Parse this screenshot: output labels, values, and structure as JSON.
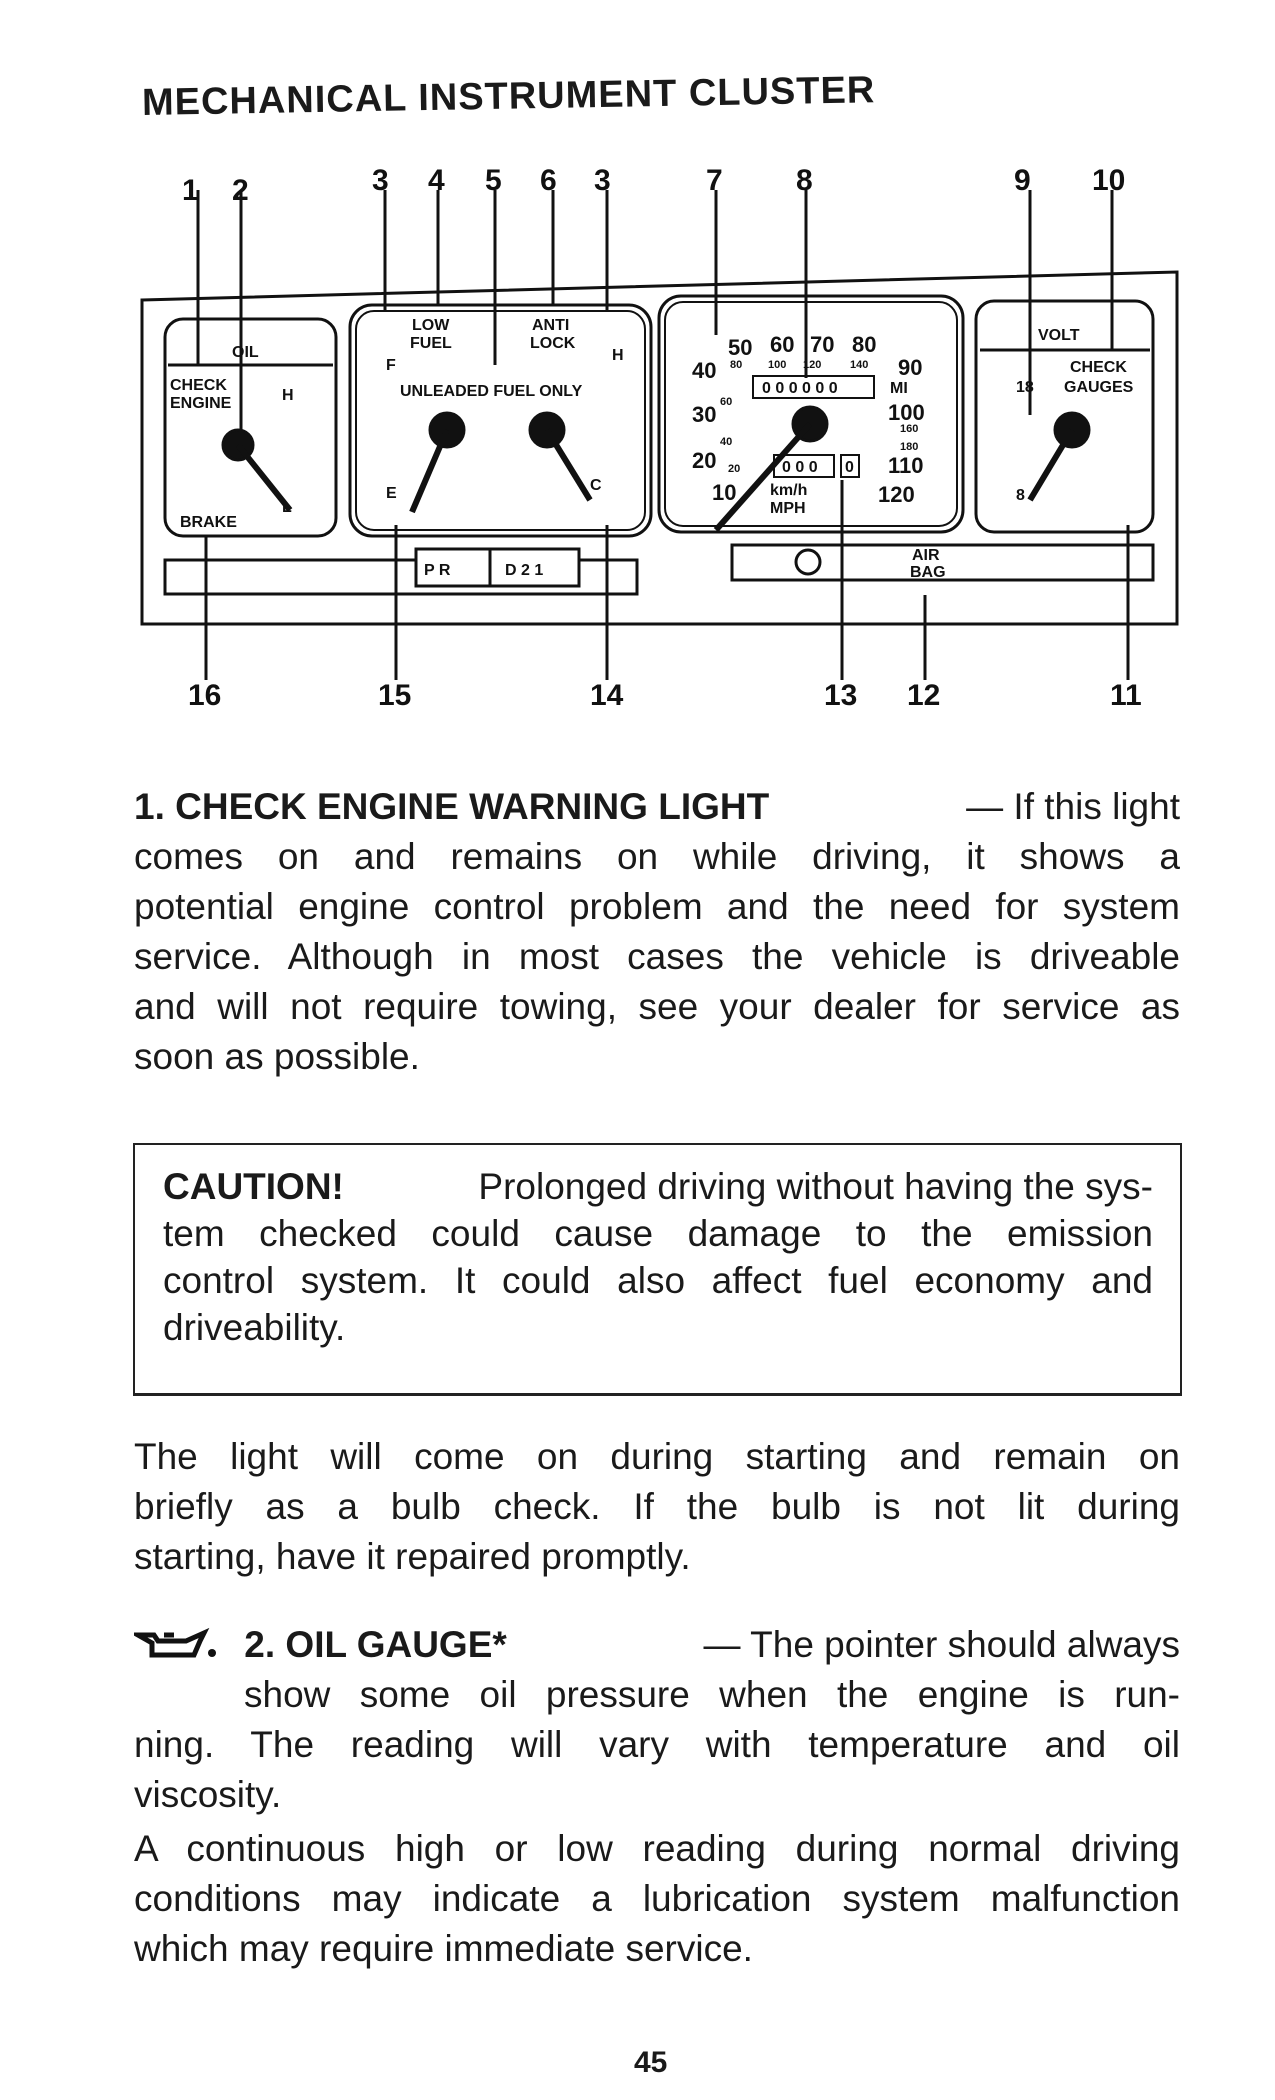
{
  "title": "MECHANICAL INSTRUMENT CLUSTER",
  "callouts_top": [
    "1",
    "2",
    "3",
    "4",
    "5",
    "6",
    "3",
    "7",
    "8",
    "9",
    "10"
  ],
  "callouts_bottom": [
    "16",
    "15",
    "14",
    "13",
    "12",
    "11"
  ],
  "cluster_labels": {
    "oil": "OIL",
    "check": "CHECK",
    "engine": "ENGINE",
    "h": "H",
    "l": "L",
    "brake": "BRAKE",
    "low": "LOW",
    "fuel": "FUEL",
    "anti": "ANTI",
    "lock": "LOCK",
    "f": "F",
    "e": "E",
    "c": "C",
    "temp_h": "H",
    "unleaded": "UNLEADED FUEL ONLY",
    "mph_major": [
      "10",
      "20",
      "30",
      "40",
      "50",
      "60",
      "70",
      "80",
      "90",
      "100",
      "110",
      "120"
    ],
    "kmh_minor": [
      "20",
      "40",
      "60",
      "80",
      "100",
      "120",
      "140",
      "160",
      "180"
    ],
    "odometer": "0 0 0 0 0 0",
    "mi": "MI",
    "trip": "0 0 0",
    "trip_tenth": "0",
    "kmh": "km/h",
    "mph": "MPH",
    "volt": "VOLT",
    "gauges": "GAUGES",
    "v18": "18",
    "v8": "8",
    "prnd": "P R",
    "d21": "D 2 1",
    "air": "AIR",
    "bag": "BAG"
  },
  "para1": {
    "heading": "1. CHECK ENGINE WARNING LIGHT",
    "lines": [
      "— If this light",
      "comes on and remains on while driving, it shows a",
      "potential engine control problem and the need for system",
      "service. Although in most cases the vehicle is driveable",
      "and will not require towing, see your dealer for service as",
      "soon as possible."
    ]
  },
  "caution": {
    "heading": "CAUTION!",
    "lines": [
      "Prolonged driving without having the sys-",
      "tem checked could cause damage to the emission",
      "control system. It could also affect fuel economy and",
      "driveability."
    ]
  },
  "para3": {
    "lines": [
      "The light will come on during starting and remain on",
      "briefly as a bulb check. If the bulb is not lit during",
      "starting, have it repaired promptly."
    ]
  },
  "para4": {
    "icon": "oil-can-icon",
    "heading": "2. OIL GAUGE*",
    "lines": [
      "— The pointer should always",
      "show some oil pressure when the engine is run-",
      "ning. The reading will vary with temperature and oil",
      "viscosity."
    ]
  },
  "para5": {
    "lines": [
      "A continuous high or low reading during normal driving",
      "conditions may indicate a lubrication system malfunction",
      "which may require immediate service."
    ]
  },
  "page_number": "45"
}
